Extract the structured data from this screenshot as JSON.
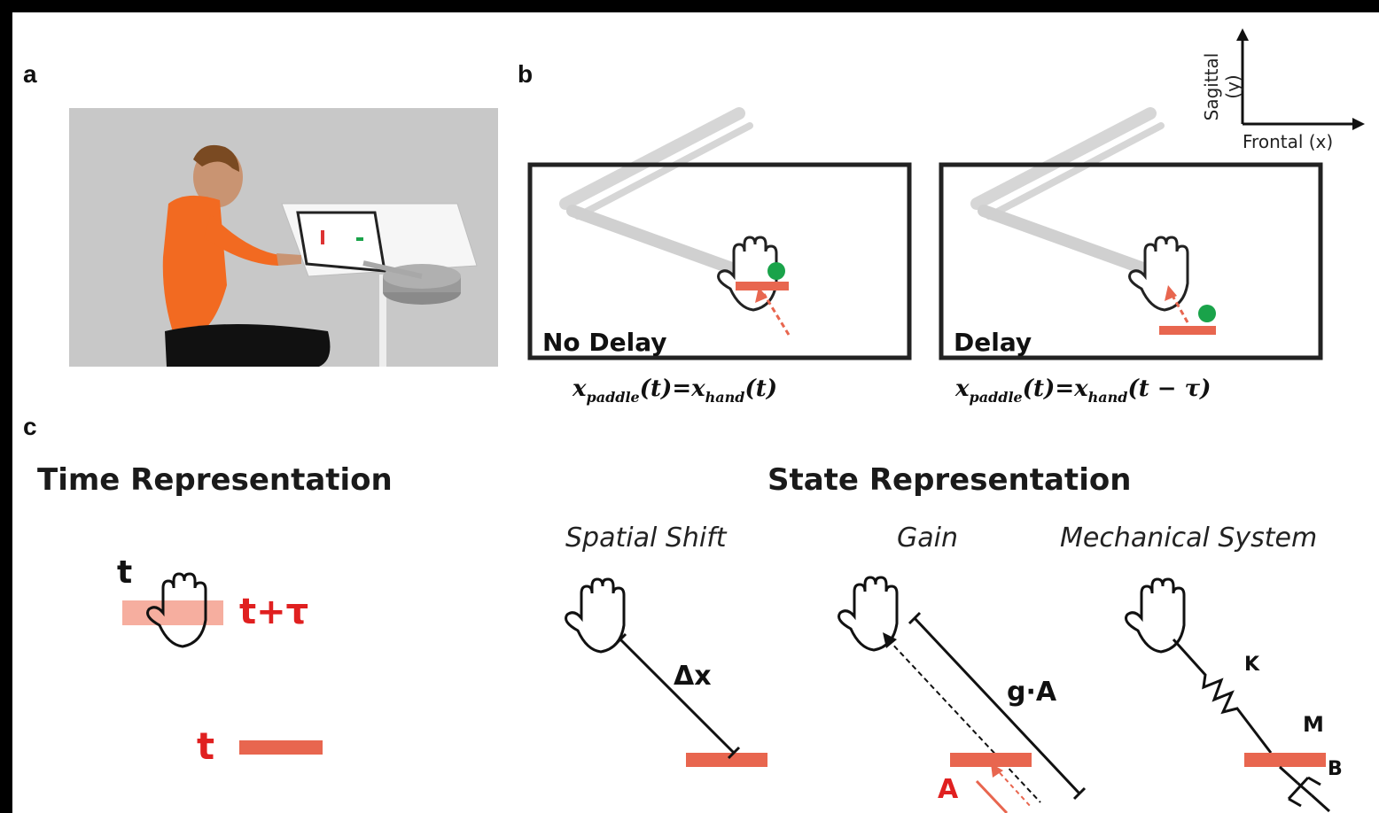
{
  "panels": {
    "a": "a",
    "b": "b",
    "c": "c"
  },
  "axes": {
    "y_label": "Sagittal (y)",
    "x_label": "Frontal (x)"
  },
  "panel_b": {
    "no_delay_label": "No Delay",
    "delay_label": "Delay",
    "eq_no_delay": {
      "lhs": "x",
      "lhs_sub": "paddle",
      "mid": "(t)=x",
      "rhs_sub": "hand",
      "rhs": "(t)"
    },
    "eq_delay": {
      "lhs": "x",
      "lhs_sub": "paddle",
      "mid": "(t)=x",
      "rhs_sub": "hand",
      "rhs": "(t − τ)"
    }
  },
  "panel_c": {
    "time_heading": "Time Representation",
    "state_heading": "State Representation",
    "spatial_shift": "Spatial Shift",
    "gain": "Gain",
    "mechanical": "Mechanical System",
    "t_top": "t",
    "t_plus_tau": "t+τ",
    "t_bottom": "t",
    "delta_x": "Δx",
    "g_a": "g·A",
    "a_label": "A",
    "k_label": "K",
    "m_label": "M",
    "b_label": "B"
  },
  "colors": {
    "paddle": "#e8664f",
    "red_text": "#e02020",
    "ball": "#1aa34a",
    "shirt": "#f26a21"
  },
  "icons": [
    "hand-icon",
    "ball-icon",
    "paddle-icon",
    "spring-icon",
    "damper-icon",
    "arrow-icon"
  ]
}
